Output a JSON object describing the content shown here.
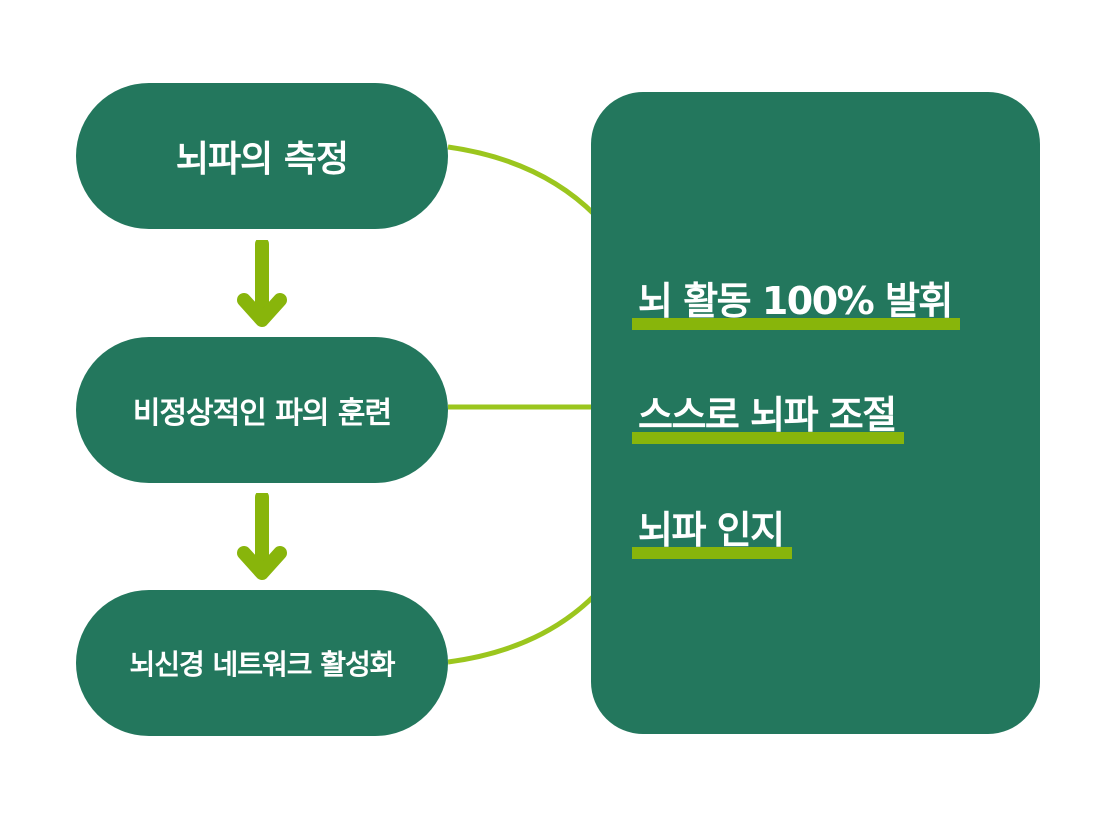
{
  "flow": {
    "steps": [
      {
        "label": "뇌파의 측정"
      },
      {
        "label": "비정상적인 파의 훈련"
      },
      {
        "label": "뇌신경 네트워크 활성화"
      }
    ]
  },
  "outcomes": {
    "items": [
      {
        "label": "뇌 활동 100% 발휘"
      },
      {
        "label": "스스로 뇌파 조절"
      },
      {
        "label": "뇌파 인지"
      }
    ]
  },
  "colors": {
    "box_fill": "#23775d",
    "accent": "#88b50b",
    "connector": "#9bc61e",
    "text": "#ffffff",
    "background": "#ffffff"
  }
}
